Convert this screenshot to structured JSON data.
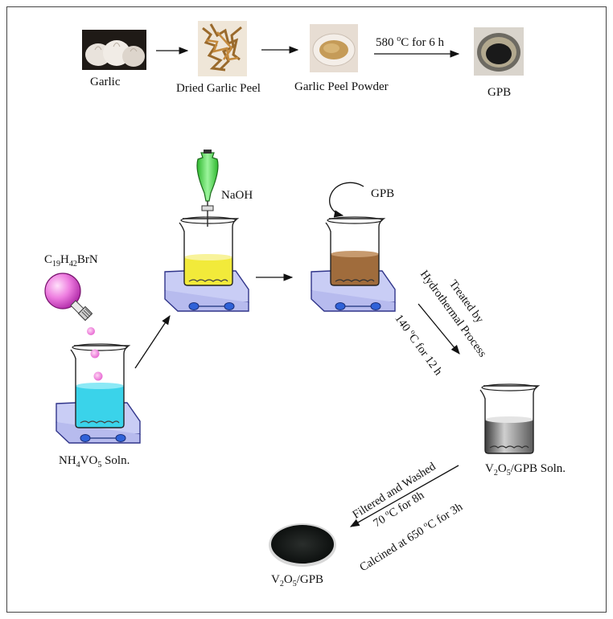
{
  "top_row": {
    "garlic": "Garlic",
    "dried_peel": "Dried Garlic Peel",
    "peel_powder": "Garlic Peel Powder",
    "calcination": "580 °C for 6 h",
    "gpb": "GPB"
  },
  "reagents": {
    "surfactant": "C19H42BrN",
    "base": "NaOH",
    "carbon": "GPB"
  },
  "solutions": {
    "precursor": "NH4VO5 Soln.",
    "composite": "V2O5/GPB Soln.",
    "product": "V2O5/GPB"
  },
  "hydrothermal": {
    "line1": "Treated by",
    "line2": "Hydrothermal Process",
    "condition": "140 °C for 12 h"
  },
  "post_treatment": {
    "line1": "Filtered and Washed",
    "line2": "70 °C for 8h",
    "line3": "Calcined at 650 °C for 3h"
  },
  "colors": {
    "liquid_blue": "#3ad3ea",
    "liquid_yellow": "#f2ea3a",
    "liquid_brown": "#a06c3c",
    "liquid_grey": "#8a8a8a",
    "stirrer_plate": "#c9cdf5",
    "funnel_green": "#5ee05e",
    "flask_pink": "#ee7ee0"
  },
  "icons": [
    "garlic-photo",
    "dried-peel-photo",
    "peel-powder-photo",
    "gpb-crucible-photo",
    "separatory-funnel-icon",
    "round-flask-icon",
    "beaker-icon",
    "magnetic-stirrer-icon",
    "product-dish-icon"
  ]
}
